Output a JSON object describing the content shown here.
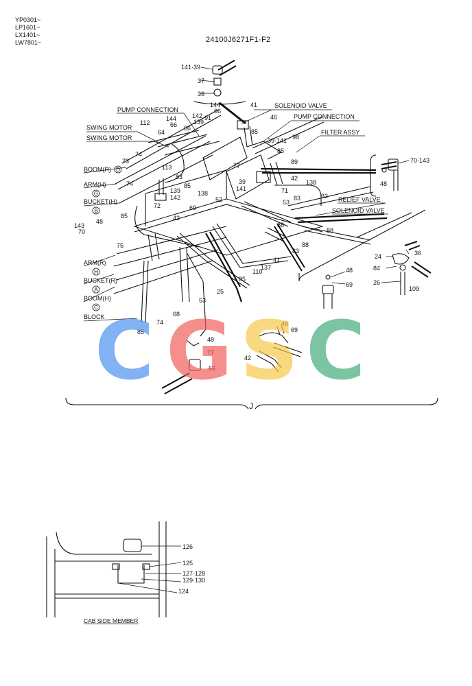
{
  "serial_ranges": [
    "YP0301~",
    "LP1601~",
    "LX1401~",
    "LW7801~"
  ],
  "drawing_number": "24100J6271F1-F2",
  "callouts": {
    "pump_connection_1": "PUMP CONNECTION",
    "pump_connection_2": "PUMP CONNECTION",
    "solenoid_valve_1": "SOLENOID VALVE",
    "solenoid_valve_2": "SOLENOID VALVE",
    "swing_motor_1": "SWING MOTOR",
    "swing_motor_2": "SWING MOTOR",
    "filter_assy": "FILTER ASSY",
    "relief_valve": "RELIEF VALVE",
    "boom_r": "BOOM(R)",
    "arm_h": "ARM(H)",
    "bucket_h": "BUCKET(H)",
    "arm_r": "ARM(R)",
    "bucket_r": "BUCKET(R)",
    "boom_h": "BOOM(H)",
    "block": "BLOCK",
    "cab_side_member": "CAB SIDE MEMBER",
    "detail_j": "J"
  },
  "circled_letters": [
    "D",
    "G",
    "B",
    "H",
    "A",
    "C"
  ],
  "part_numbers": {
    "p141_39": "141·39",
    "p37": "37",
    "p36": "36",
    "p144a": "144",
    "p66a": "66",
    "p41a": "41",
    "p142": "142",
    "p139a": "139",
    "p91": "91",
    "p46": "46",
    "p144b": "144",
    "p66b": "66",
    "p112": "112",
    "p64": "64",
    "p66c": "66",
    "p85a": "85",
    "p39_141": "39·141",
    "p98": "98",
    "p74a": "74",
    "p73": "73",
    "p113": "113",
    "p77a": "77",
    "p85b": "85",
    "p89": "89",
    "p83a": "83",
    "p85c": "85",
    "p39": "39",
    "p141": "141",
    "p42a": "42",
    "p138a": "138",
    "p74b": "74",
    "p139b": "139",
    "p142b": "142",
    "p138b": "138",
    "p71": "71",
    "p53a": "53",
    "p83b": "83",
    "p92": "92",
    "p72": "72",
    "p69a": "69",
    "p52": "52",
    "p85d": "85",
    "p42b": "42",
    "p143": "143",
    "p70": "70",
    "p48a": "48",
    "p88a": "88",
    "p88b": "88",
    "p88c": "88",
    "p83c": "83",
    "p75": "75",
    "p137": "137",
    "p110": "110",
    "p85e": "85",
    "p41b": "41",
    "p25": "25",
    "p53b": "53",
    "p68": "68",
    "p74c": "74",
    "p85f": "85",
    "p70_143": "70·143",
    "p48b": "48",
    "p48c": "48",
    "p69b": "69",
    "p24": "24",
    "p36b": "36",
    "p84": "84",
    "p26": "26",
    "p109": "109",
    "p48d": "48",
    "p69c": "69",
    "p42c": "42",
    "p48e": "48",
    "p77b": "77",
    "p66d": "66",
    "p126": "126",
    "p125": "125",
    "p127_128": "127·128",
    "p129_130": "129·130",
    "p124": "124"
  },
  "watermark": {
    "letters": [
      "C",
      "G",
      "S",
      "C"
    ],
    "colors": [
      "#4a8ff0",
      "#ef5b55",
      "#f7c843",
      "#3daa77"
    ]
  }
}
